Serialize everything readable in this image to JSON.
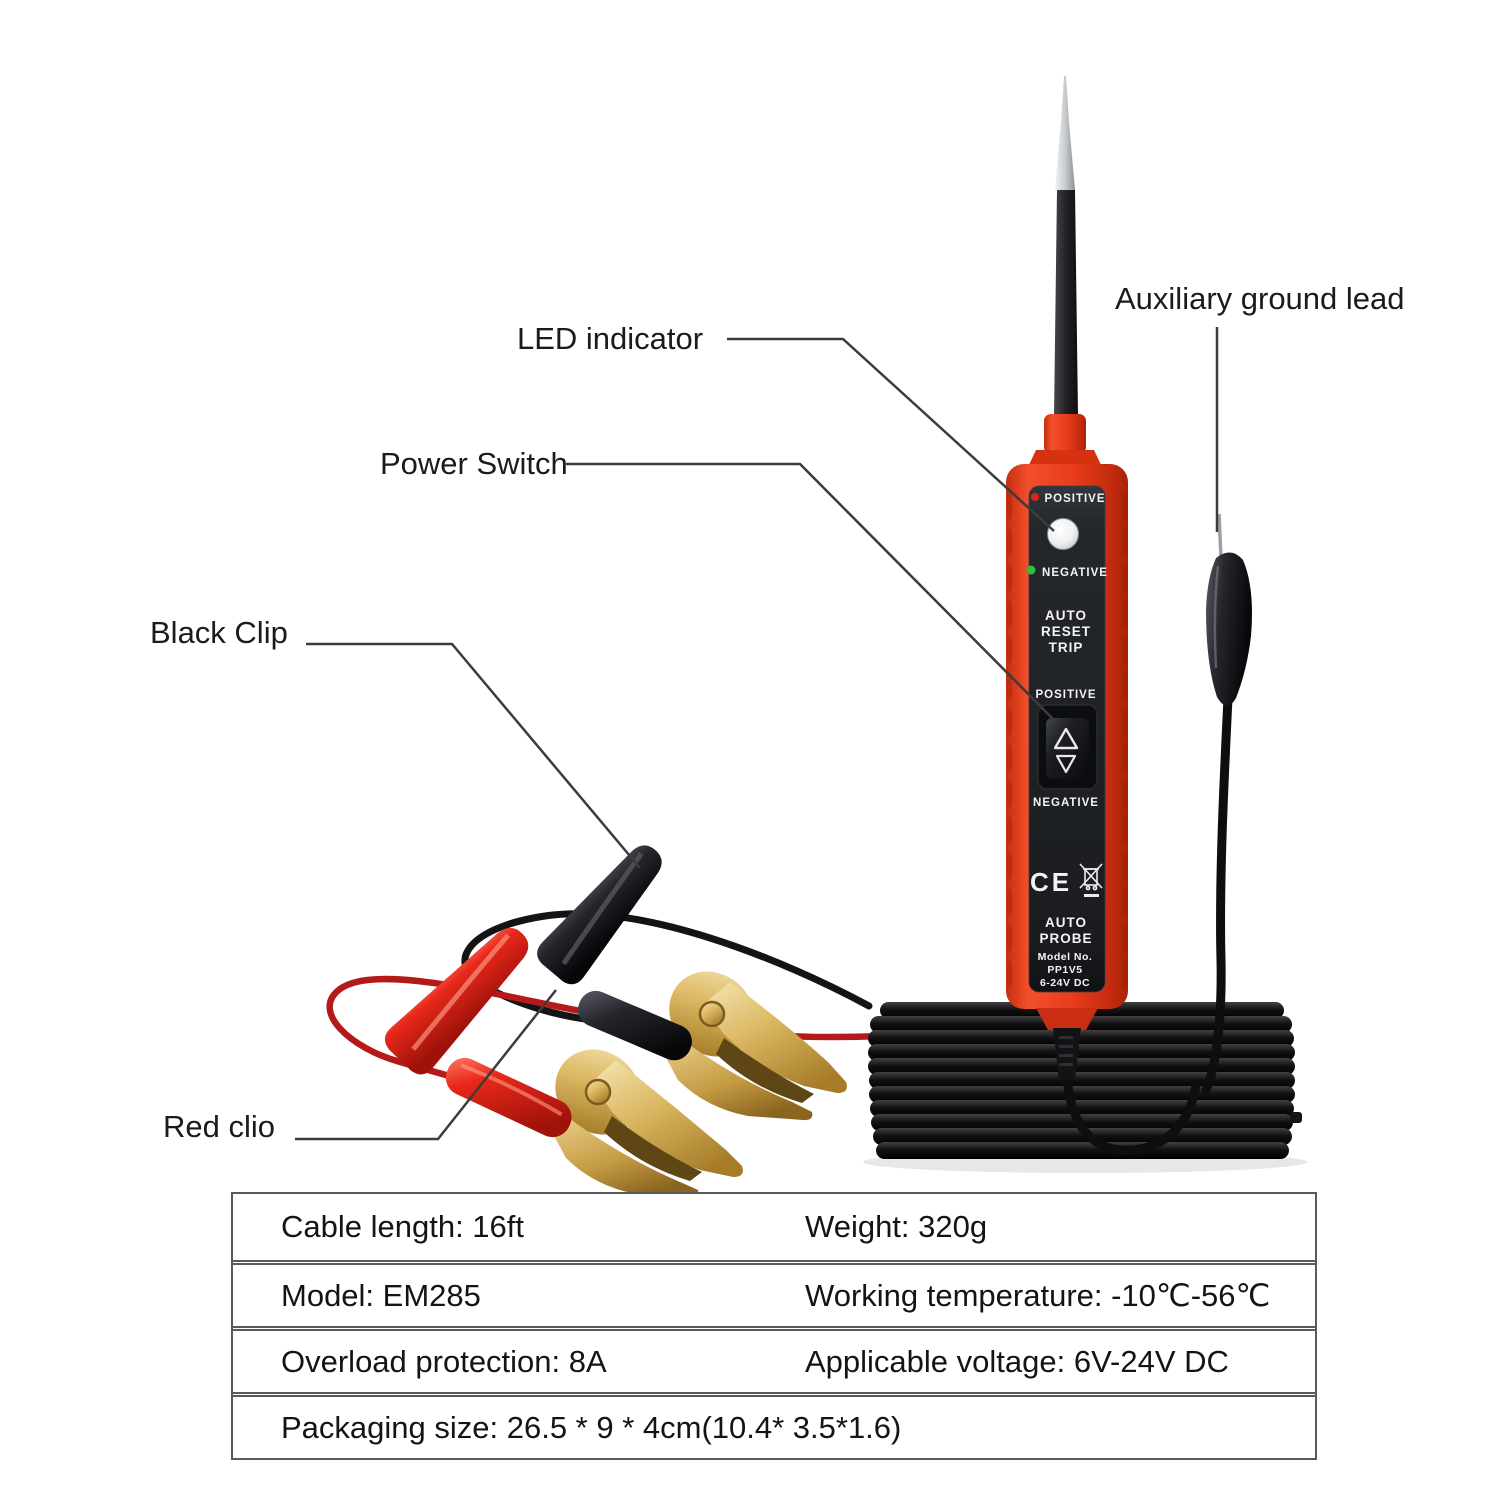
{
  "callouts": {
    "led_indicator": "LED indicator",
    "power_switch": "Power Switch",
    "black_clip": "Black Clip",
    "red_clip": "Red clio",
    "aux_ground": "Auxiliary ground lead"
  },
  "device": {
    "indicator_positive": "POSITIVE",
    "indicator_negative": "NEGATIVE",
    "auto_reset": [
      "AUTO",
      "RESET",
      "TRIP"
    ],
    "switch_positive": "POSITIVE",
    "switch_negative": "NEGATIVE",
    "ce_mark": "CE",
    "auto_probe": [
      "AUTO",
      "PROBE"
    ],
    "model": [
      "Model No.",
      "PP1V5",
      "6-24V DC"
    ]
  },
  "spec_table": {
    "rows": [
      {
        "left": "Cable length: 16ft",
        "right": "Weight: 320g"
      },
      {
        "left": "Model: EM285",
        "right": "Working temperature: -10℃-56℃"
      },
      {
        "left": "Overload protection: 8A",
        "right": "Applicable voltage: 6V-24V DC"
      },
      {
        "left": "Packaging size: 26.5 * 9 * 4cm(10.4* 3.5*1.6)",
        "right": ""
      }
    ]
  },
  "colors": {
    "body_red": "#e93c1d",
    "face_dark": "#1d2025",
    "wire_red": "#b51a1a",
    "wire_black": "#141414",
    "clip_gold": "#d9b764",
    "positive_dot": "#d8261a",
    "negative_dot": "#2fbf3a",
    "led_white": "#f2f4f5",
    "table_border": "#5a5a5a",
    "label_text": "#1b1b1b"
  }
}
